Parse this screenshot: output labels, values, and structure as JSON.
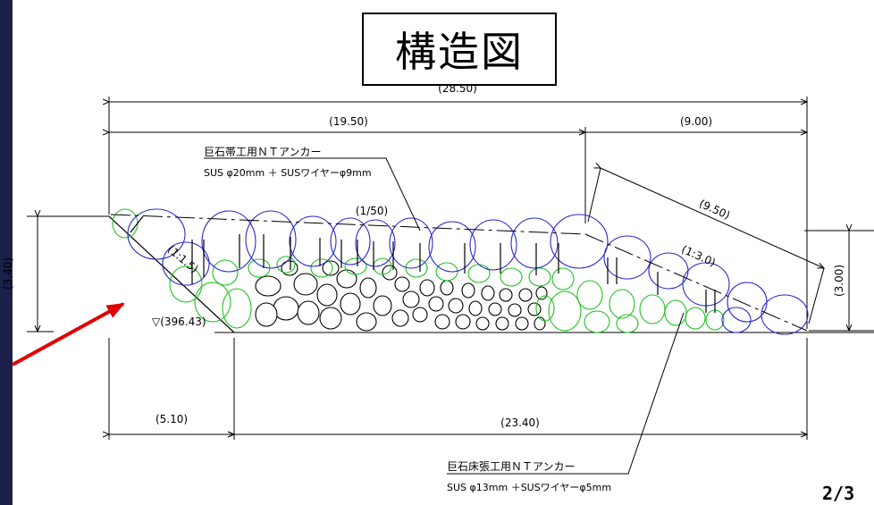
{
  "slide": {
    "title": "構造図",
    "page_number": "2/3"
  },
  "dimensions": {
    "overall_total": "(28.50)",
    "left_span": "(19.50)",
    "right_span": "(9.00)",
    "slope_length": "(9.50)",
    "left_height": "(3.40)",
    "right_height": "(3.00)",
    "bottom_left": "(5.10)",
    "bottom_main": "(23.40)"
  },
  "gradients": {
    "top_gradient": "(1/50)",
    "front_slope": "(1:1.5)",
    "back_slope": "(1:3.0)"
  },
  "elevation": "▽(396.43)",
  "callouts": {
    "upper": {
      "line1": "巨石帯工用ＮＴアンカー",
      "line2": "SUS φ20mm ＋ SUSワイヤーφ9mm"
    },
    "lower": {
      "line1": "巨石床張工用ＮＴアンカー",
      "line2": "SUS φ13mm ＋SUSワイヤーφ5mm"
    }
  },
  "colors": {
    "background_frame": "#1b1f4a",
    "upper_stones": "#2a2acc",
    "middle_stones": "#1fc01f",
    "core_stones": "#000000",
    "pointer_arrow": "#e00000"
  }
}
